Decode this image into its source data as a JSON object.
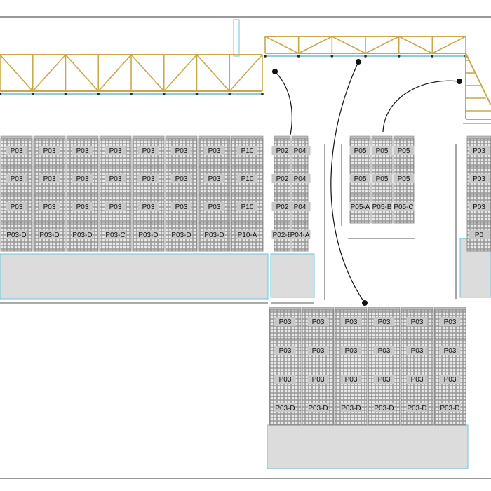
{
  "groups": [
    {
      "id": "left",
      "rows": [
        [
          "P03",
          "P03",
          "P03",
          "P03",
          "P03",
          "P03",
          "P03",
          "P10"
        ],
        [
          "P03",
          "P03",
          "P03",
          "P03",
          "P03",
          "P03",
          "P03",
          "P10"
        ],
        [
          "P03",
          "P03",
          "P03",
          "P03",
          "P03",
          "P03",
          "P03",
          "P10"
        ],
        [
          "P03-D",
          "P03-D",
          "P03-D",
          "P03-C",
          "P03-D",
          "P03-D",
          "P03-D",
          "P10-A"
        ]
      ]
    },
    {
      "id": "narrow",
      "rows": [
        [
          "P02",
          "P04"
        ],
        [
          "P02",
          "P04"
        ],
        [
          "P02",
          "P04"
        ],
        [
          "P02-B",
          "P04-A"
        ]
      ]
    },
    {
      "id": "p05",
      "rows": [
        [
          "P05",
          "P05",
          "P05"
        ],
        [
          "P05",
          "P05",
          "P05"
        ],
        [
          "P05-A",
          "P05-B",
          "P05-C"
        ]
      ]
    },
    {
      "id": "right-edge",
      "rows": [
        [
          "P03"
        ],
        [
          "P03"
        ],
        [
          "P03"
        ],
        [
          "P0"
        ]
      ]
    },
    {
      "id": "bottom",
      "rows": [
        [
          "P03",
          "P03",
          "P03",
          "P03",
          "P03",
          "P03"
        ],
        [
          "P03",
          "P03",
          "P03",
          "P03",
          "P03",
          "P03"
        ],
        [
          "P03",
          "P03",
          "P03",
          "P03",
          "P03",
          "P03"
        ],
        [
          "P03-D",
          "P03-D",
          "P03-D",
          "P03-D",
          "P03-D",
          "P03-D"
        ]
      ]
    }
  ]
}
